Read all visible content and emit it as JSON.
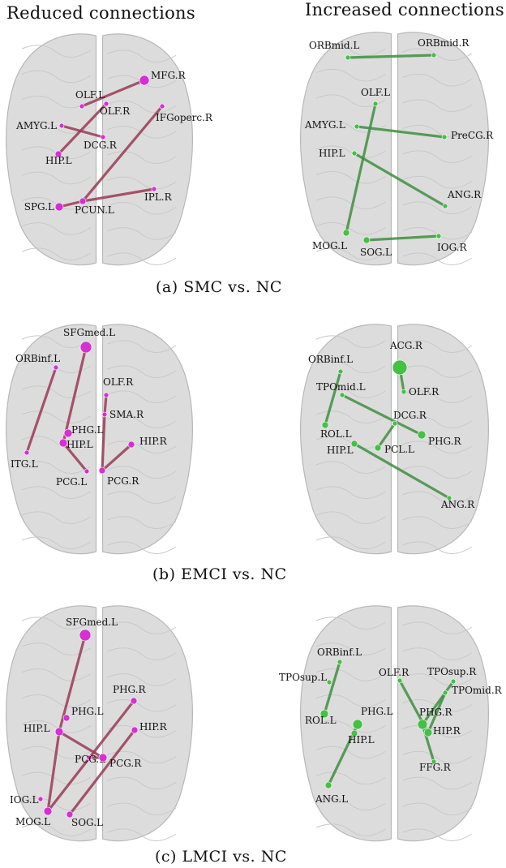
{
  "headers": {
    "reduced": "Reduced  connections",
    "increased": "Increased  connections"
  },
  "colors": {
    "reduced_edge": "#9a3a56",
    "reduced_node": "#d62fd6",
    "increased_edge": "#3f8f3f",
    "increased_node": "#44c044",
    "brain_fill": "#dcdcdc",
    "brain_stroke": "#b8b8b8"
  },
  "panels": [
    {
      "caption": "(a)  SMC  vs.  NC",
      "reduced": {
        "nodes": [
          "MFG.R",
          "OLF.L",
          "OLF.R",
          "IFGoperc.R",
          "AMYG.L",
          "DCG.R",
          "HIP.L",
          "SPG.L",
          "PCUN.L",
          "IPL.R"
        ],
        "edges": [
          [
            "OLF.L",
            "MFG.R"
          ],
          [
            "AMYG.L",
            "DCG.R"
          ],
          [
            "HIP.L",
            "OLF.R"
          ],
          [
            "PCUN.L",
            "IFGoperc.R"
          ],
          [
            "PCUN.L",
            "IPL.R"
          ],
          [
            "SPG.L",
            "PCUN.L"
          ]
        ]
      },
      "increased": {
        "nodes": [
          "ORBmid.L",
          "ORBmid.R",
          "OLF.L",
          "AMYG.L",
          "PreCG.R",
          "HIP.L",
          "ANG.R",
          "MOG.L",
          "SOG.L",
          "IOG.R"
        ],
        "edges": [
          [
            "ORBmid.L",
            "ORBmid.R"
          ],
          [
            "AMYG.L",
            "PreCG.R"
          ],
          [
            "OLF.L",
            "MOG.L"
          ],
          [
            "HIP.L",
            "ANG.R"
          ],
          [
            "SOG.L",
            "IOG.R"
          ]
        ]
      }
    },
    {
      "caption": "(b)  EMCI  vs.  NC",
      "reduced": {
        "nodes": [
          "SFGmed.L",
          "ORBinf.L",
          "OLF.R",
          "SMA.R",
          "PHG.L",
          "HIP.L",
          "HIP.R",
          "ITG.L",
          "PCG.L",
          "PCG.R"
        ],
        "edges": [
          [
            "SFGmed.L",
            "HIP.L"
          ],
          [
            "ORBinf.L",
            "ITG.L"
          ],
          [
            "OLF.R",
            "SMA.R"
          ],
          [
            "HIP.L",
            "PCG.L"
          ],
          [
            "HIP.R",
            "PCG.R"
          ],
          [
            "SMA.R",
            "PCG.R"
          ]
        ]
      },
      "increased": {
        "nodes": [
          "ACG.R",
          "ORBinf.L",
          "TPOmid.L",
          "OLF.R",
          "DCG.R",
          "ROL.L",
          "PHG.R",
          "HIP.L",
          "PCL.L",
          "ANG.R"
        ],
        "edges": [
          [
            "ORBinf.L",
            "ROL.L"
          ],
          [
            "TPOmid.L",
            "PHG.R"
          ],
          [
            "ACG.R",
            "OLF.R"
          ],
          [
            "PCL.L",
            "DCG.R"
          ],
          [
            "HIP.L",
            "ANG.R"
          ]
        ]
      }
    },
    {
      "caption": "(c)  LMCI  vs.  NC",
      "reduced": {
        "nodes": [
          "SFGmed.L",
          "PHG.R",
          "PHG.L",
          "HIP.L",
          "HIP.R",
          "PCG.L",
          "PCG.R",
          "IOG.L",
          "MOG.L",
          "SOG.L"
        ],
        "edges": [
          [
            "SFGmed.L",
            "HIP.L"
          ],
          [
            "HIP.L",
            "PCG.R"
          ],
          [
            "HIP.L",
            "MOG.L"
          ],
          [
            "PHG.R",
            "MOG.L"
          ],
          [
            "HIP.R",
            "SOG.L"
          ],
          [
            "PCG.L",
            "PCG.R"
          ]
        ]
      },
      "increased": {
        "nodes": [
          "ORBinf.L",
          "TPOsup.L",
          "OLF.R",
          "TPOsup.R",
          "TPOmid.R",
          "ROL.L",
          "PHG.L",
          "PHG.R",
          "HIP.L",
          "HIP.R",
          "FFG.R",
          "ANG.L"
        ],
        "edges": [
          [
            "ORBinf.L",
            "ROL.L"
          ],
          [
            "PHG.L",
            "ANG.L"
          ],
          [
            "OLF.R",
            "HIP.R"
          ],
          [
            "TPOsup.R",
            "PHG.R"
          ],
          [
            "TPOmid.R",
            "HIP.R"
          ],
          [
            "PHG.R",
            "FFG.R"
          ]
        ]
      }
    }
  ]
}
